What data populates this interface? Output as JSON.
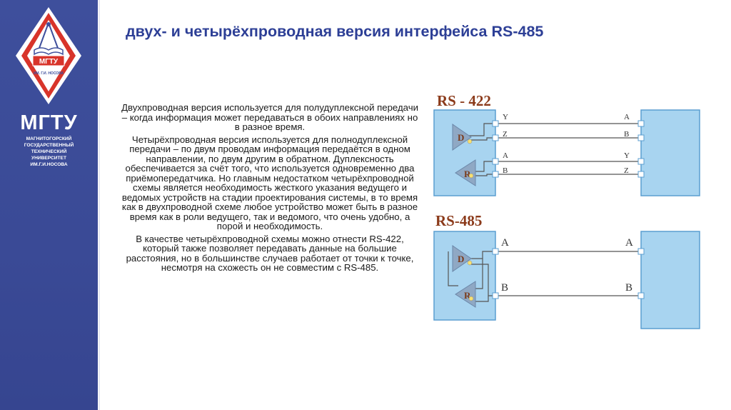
{
  "sidebar": {
    "logo_text": "МГТУ",
    "logo_banner": "ИМ. Г.И. НОСОВА",
    "brand_name": "МГТУ",
    "brand_lines": [
      "МАГНИТОГОРСКИЙ",
      "ГОСУДАРСТВЕННЫЙ",
      "ТЕХНИЧЕСКИЙ",
      "УНИВЕРСИТЕТ",
      "ИМ.Г.И.НОСОВА"
    ]
  },
  "slide": {
    "title": "двух- и четырёхпроводная версия интерфейса RS-485",
    "paragraphs": [
      "Двухпроводная версия используется для полудуплексной передачи – когда информация может передаваться в обоих направлениях но в разное время.",
      "Четырёхпроводная версия используется для полнодуплексной передачи – по двум проводам информация передаётся в одном направлении, по двум другим в обратном. Дуплексность обеспечивается за счёт того, что используется одновременно два приёмопередатчика. Но главным недостатком четырёхпроводной схемы является необходимость жесткого указания ведущего и ведомых устройств на стадии проектирования системы, в то время как в двухпроводной схеме любое устройство может быть в разное время как в роли ведущего, так и ведомого, что очень удобно, а порой и необходимость.",
      "В качестве четырёхпроводной схемы можно отнести RS-422, который также позволяет передавать данные на большие расстояния, но в большинстве случаев работает от точки к точке, несмотря на схожесть он не совместим с RS-485."
    ]
  },
  "diagram": {
    "rs422": {
      "title": "RS - 422",
      "driver": "D",
      "receiver": "R",
      "left_pins": [
        "Y",
        "Z",
        "A",
        "B"
      ],
      "right_pins": [
        "A",
        "B",
        "Y",
        "Z"
      ]
    },
    "rs485": {
      "title": "RS-485",
      "driver": "D",
      "receiver": "R",
      "left_pins": [
        "A",
        "B"
      ],
      "right_pins": [
        "A",
        "B"
      ]
    },
    "colors": {
      "title": "#8b3a1a",
      "box_fill": "#a8d4f0",
      "box_stroke": "#5a9ed0",
      "buffer_fill": "#8fa8c4",
      "wire": "#555555"
    }
  }
}
